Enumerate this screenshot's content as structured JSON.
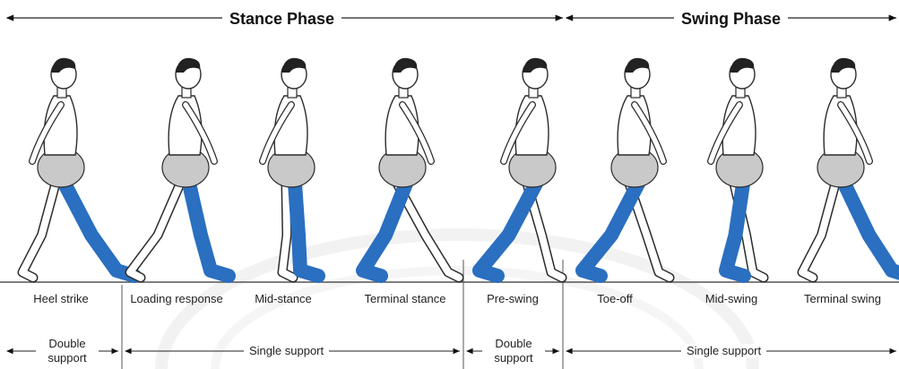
{
  "phases": [
    {
      "label": "Stance Phase"
    },
    {
      "label": "Swing Phase"
    }
  ],
  "frames": [
    {
      "label": "Heel strike"
    },
    {
      "label": "Loading response"
    },
    {
      "label": "Mid-stance"
    },
    {
      "label": "Terminal stance"
    },
    {
      "label": "Pre-swing"
    },
    {
      "label": "Toe-off"
    },
    {
      "label": "Mid-swing"
    },
    {
      "label": "Terminal swing"
    }
  ],
  "supports": [
    {
      "label": "Double support"
    },
    {
      "label": "Single support"
    },
    {
      "label": "Double support"
    },
    {
      "label": "Single support"
    }
  ],
  "colors": {
    "highlight_leg": "#2a6fc0",
    "shorts": "#c9c9c9",
    "outline": "#2b2b2b",
    "ground_shadow": "#efefef"
  }
}
